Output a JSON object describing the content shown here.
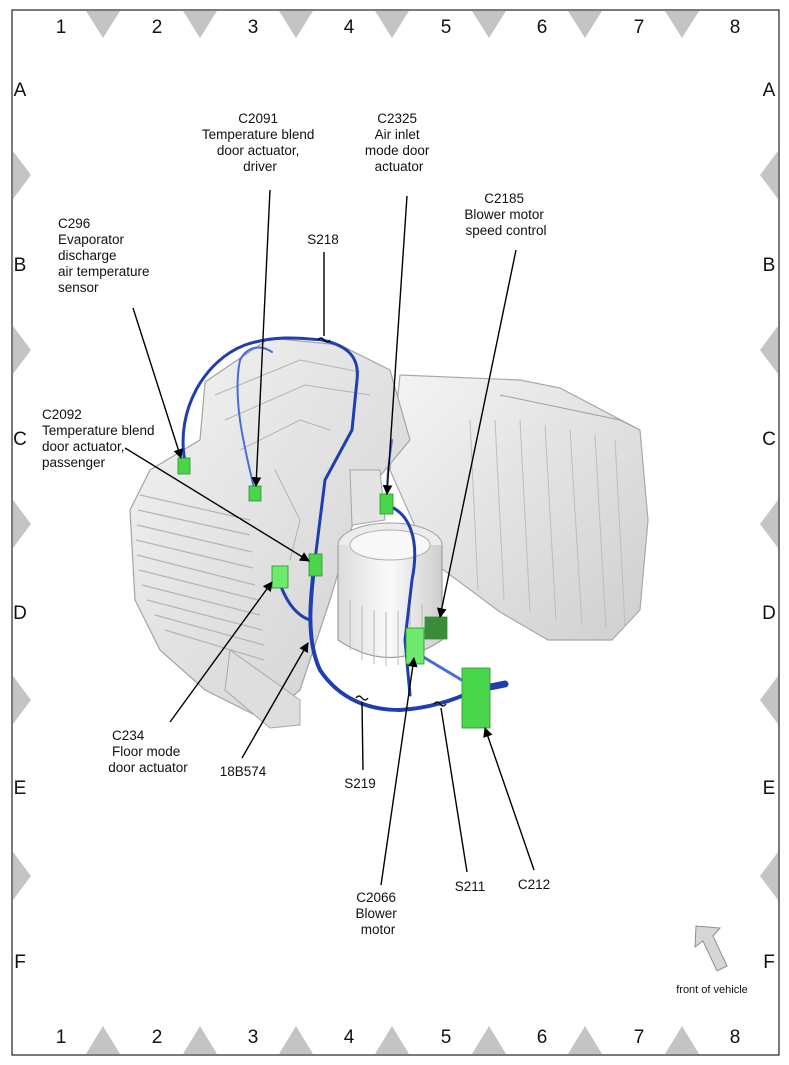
{
  "grid": {
    "columns": [
      "1",
      "2",
      "3",
      "4",
      "5",
      "6",
      "7",
      "8"
    ],
    "rows": [
      "A",
      "B",
      "C",
      "D",
      "E",
      "F"
    ]
  },
  "callouts": {
    "c2091": [
      "C2091",
      "Temperature blend",
      "door actuator,",
      "driver"
    ],
    "c2325": [
      "C2325",
      "Air inlet",
      "mode door",
      "actuator"
    ],
    "c2185": [
      "C2185",
      "Blower motor",
      "speed control"
    ],
    "c296": [
      "C296",
      "Evaporator",
      "discharge",
      "air temperature",
      "sensor"
    ],
    "s218": [
      "S218"
    ],
    "c2092": [
      "C2092",
      "Temperature blend",
      "door actuator,",
      "passenger"
    ],
    "c234": [
      "C234",
      "Floor mode",
      "door actuator"
    ],
    "w18b574": [
      "18B574"
    ],
    "s219": [
      "S219"
    ],
    "c2066": [
      "C2066",
      "Blower",
      "motor"
    ],
    "s211": [
      "S211"
    ],
    "c212": [
      "C212"
    ]
  },
  "orientation": {
    "label": "front of vehicle"
  },
  "colors": {
    "harness": "#1f3fae",
    "harness_light": "#4a6cd8",
    "connector": "#49d64a",
    "housing": "#e6e6e6",
    "border_triangle": "#c4c4c4"
  }
}
